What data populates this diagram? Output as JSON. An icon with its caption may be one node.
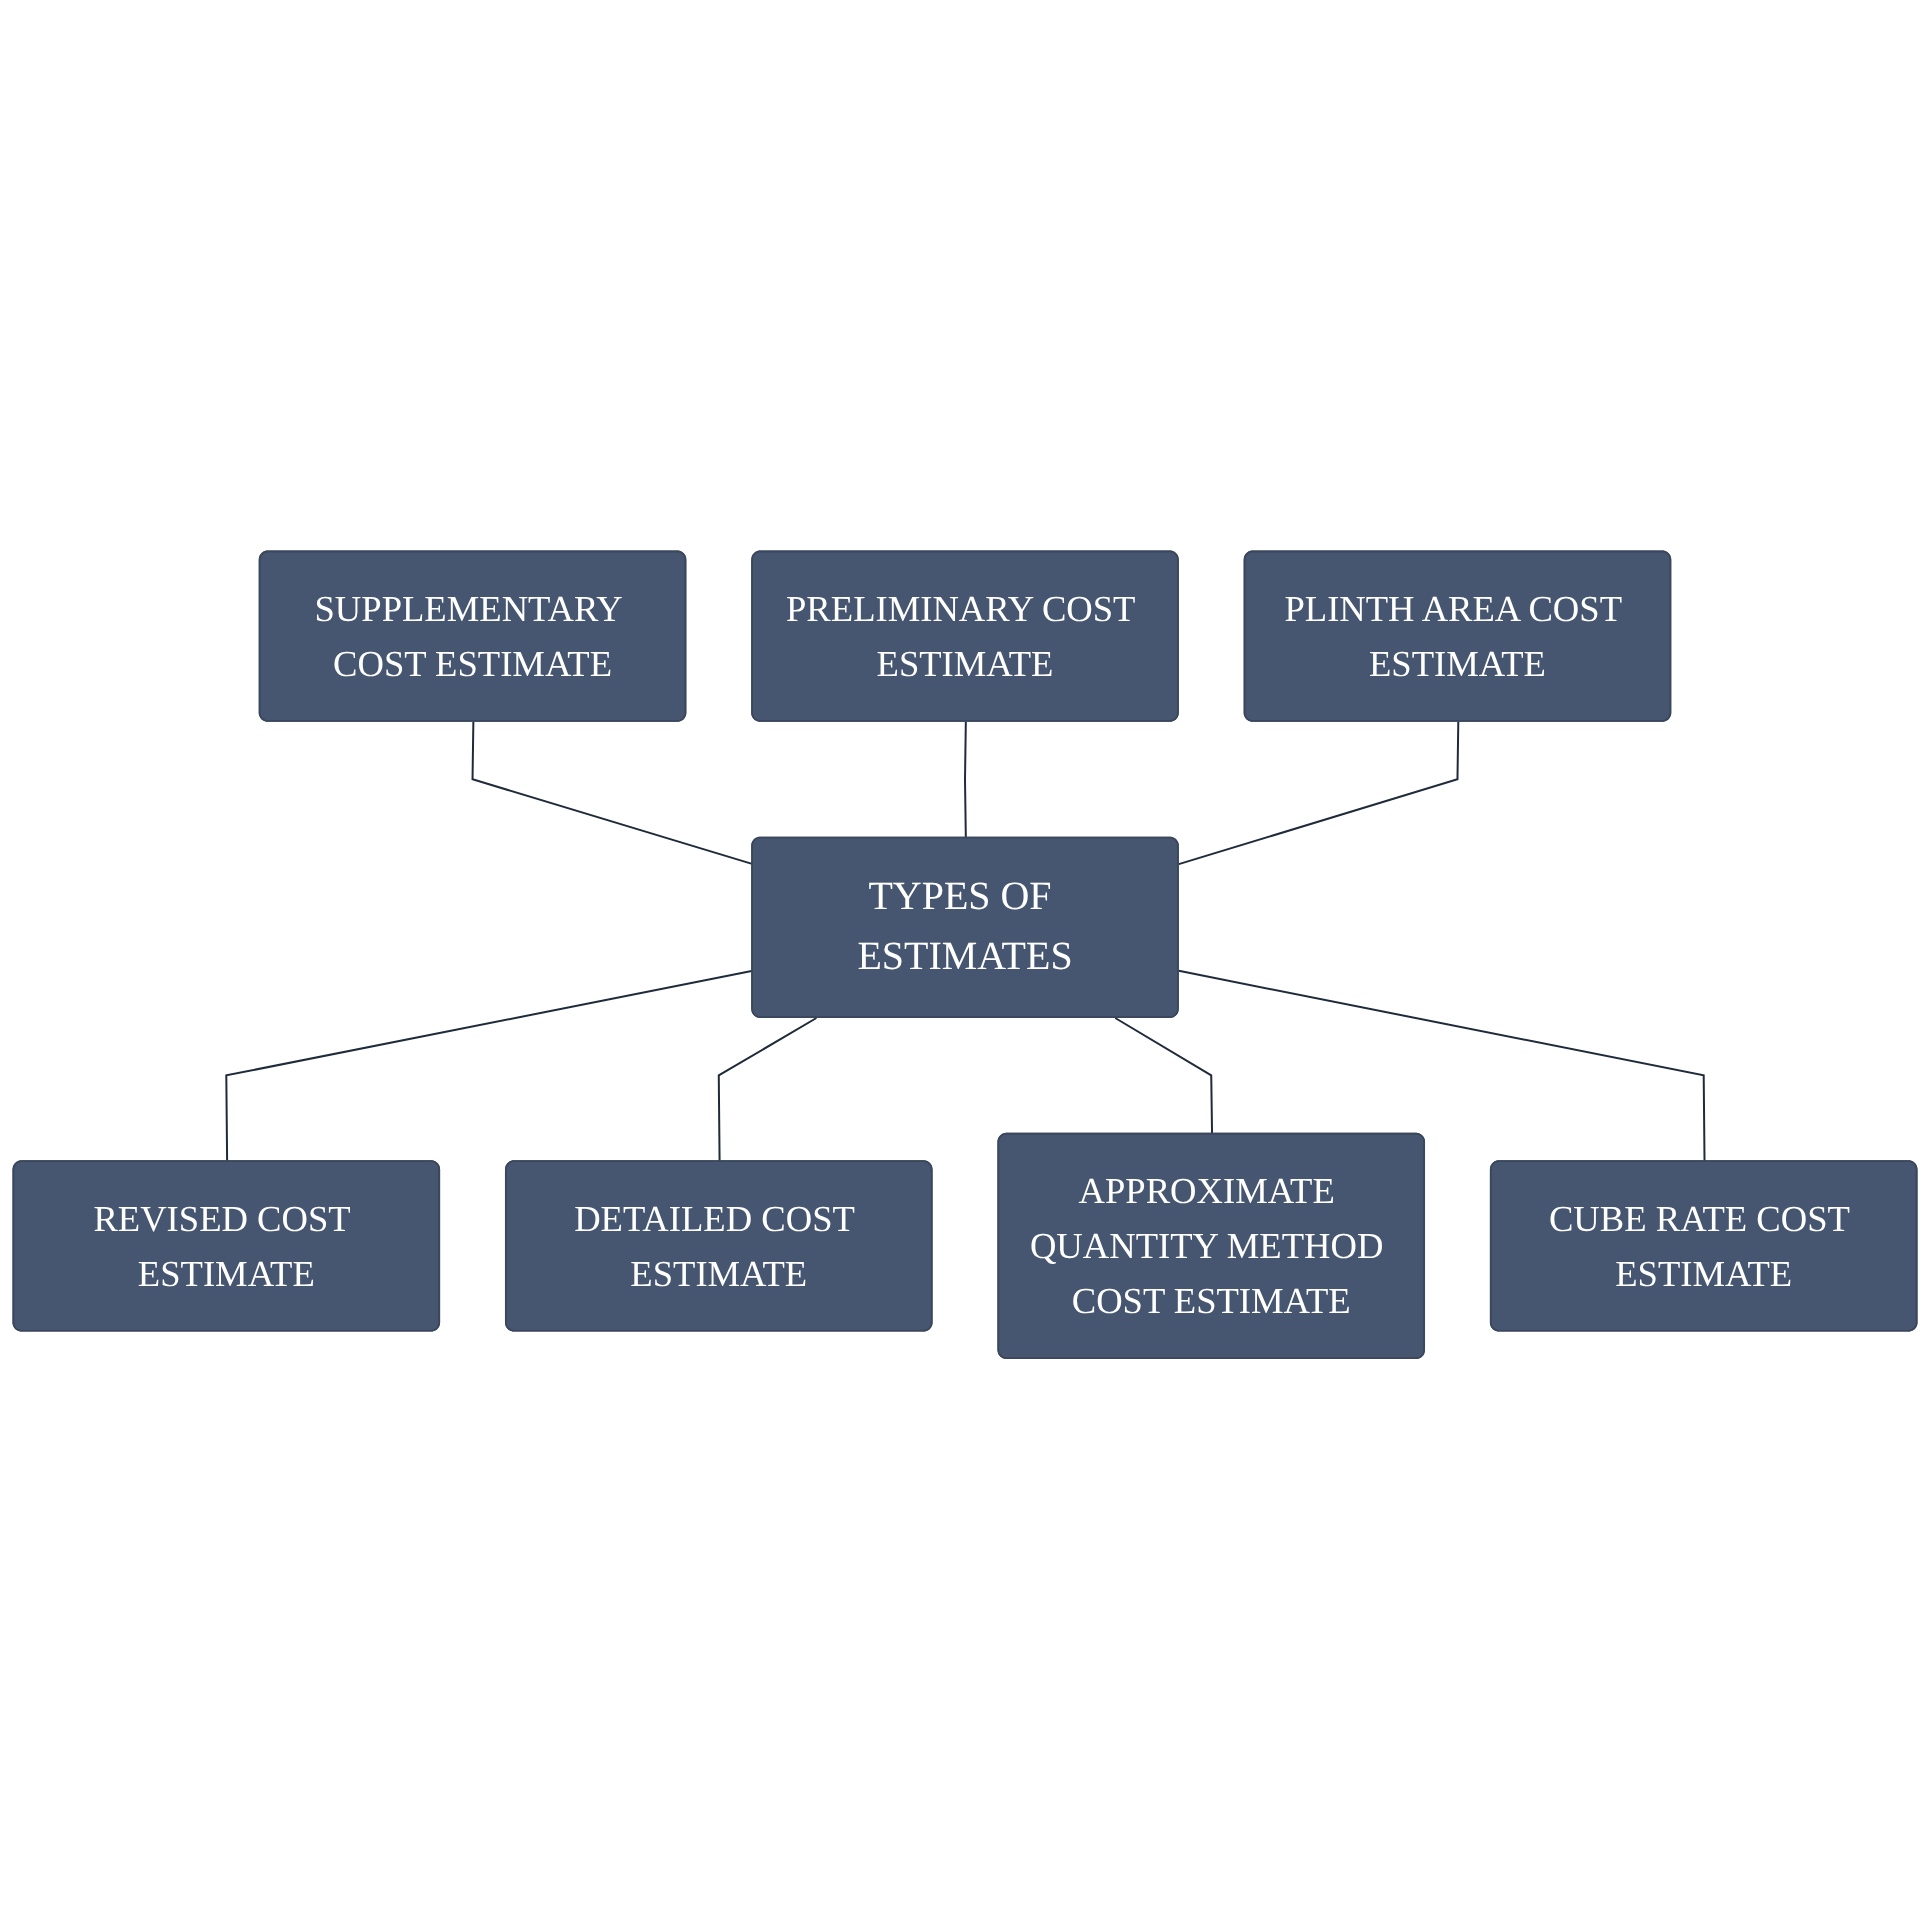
{
  "diagram": {
    "nodes": [
      {
        "text": [
          "PRELIMINARY COST ESTIMATE"
        ]
      },
      {
        "text": [
          "SUPPLEMENTARY COST ESTIMATE"
        ]
      },
      {
        "text": [
          "PLINTH AREA COST ESTIMATE"
        ]
      },
      {
        "text": [
          "TYPES OF ESTIMATES"
        ]
      },
      {
        "text": [
          "REVISED COST ESTIMATE"
        ]
      },
      {
        "text": [
          "CUBE RATE COST ESTIMATE"
        ]
      },
      {
        "text": [
          "DETAILED COST ESTIMATE"
        ]
      },
      {
        "text": [
          "APPROXIMATE QUANTITY METHOD COST ESTIMATE"
        ]
      }
    ],
    "edges": [
      {
        "from": 1,
        "to": 3,
        "arrow": "none"
      },
      {
        "from": 0,
        "to": 3,
        "arrow": "none"
      },
      {
        "from": 2,
        "to": 3,
        "arrow": "none"
      },
      {
        "from": 3,
        "to": 4,
        "arrow": "none"
      },
      {
        "from": 3,
        "to": 6,
        "arrow": "none"
      },
      {
        "from": 3,
        "to": 7,
        "arrow": "none"
      },
      {
        "from": 3,
        "to": 5,
        "arrow": "none"
      }
    ]
  }
}
